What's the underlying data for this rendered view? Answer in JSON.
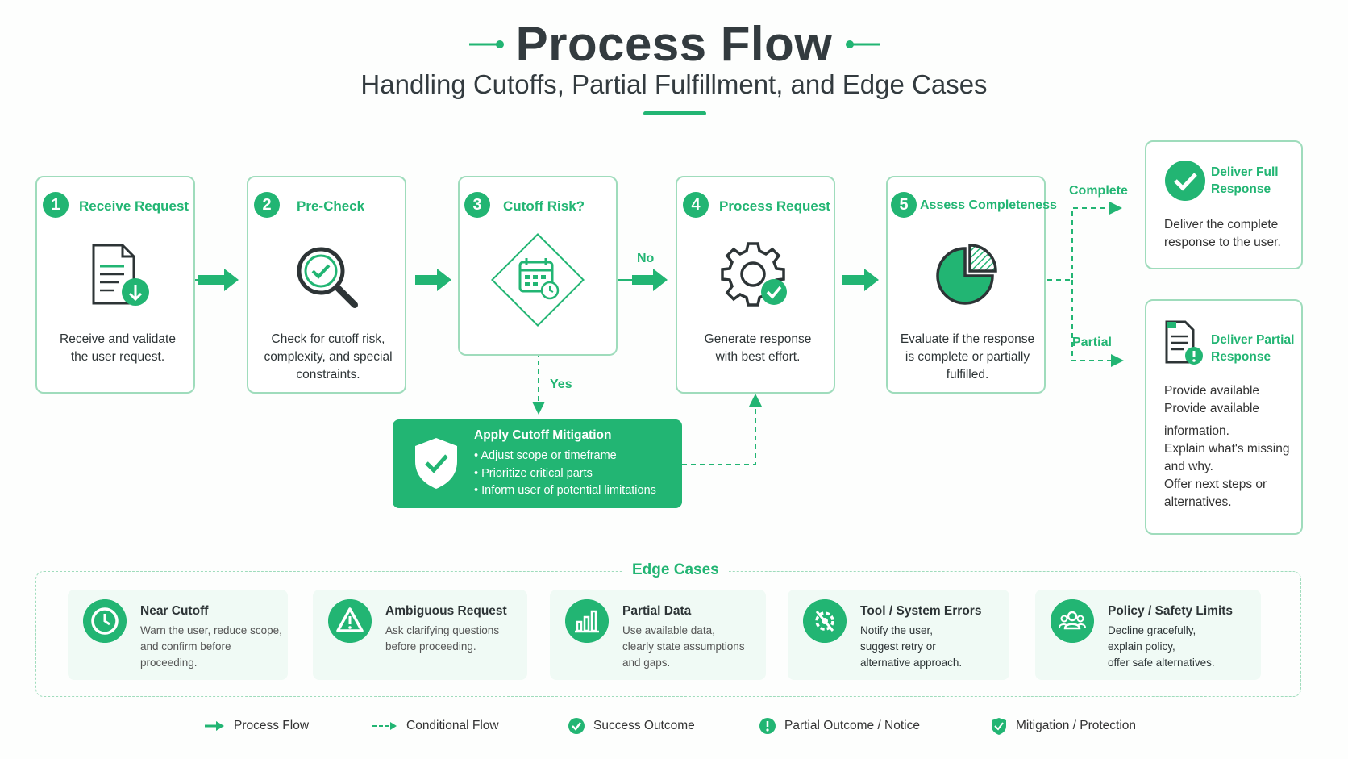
{
  "header": {
    "title": "Process Flow",
    "subtitle": "Handling Cutoffs, Partial Fulfillment, and Edge Cases"
  },
  "steps": [
    {
      "number": "1",
      "title": "Receive Request",
      "icon": "document-download-icon",
      "desc": "Receive and validate the user request."
    },
    {
      "number": "2",
      "title": "Pre-Check",
      "icon": "magnifier-check-icon",
      "desc": "Check for cutoff risk, complexity, and special constraints."
    },
    {
      "number": "3",
      "title": "Cutoff Risk?",
      "icon": "calendar-clock-icon",
      "desc": ""
    },
    {
      "number": "4",
      "title": "Process Request",
      "icon": "gear-check-icon",
      "desc": "Generate response with best effort."
    },
    {
      "number": "5",
      "title": "Assess Completeness",
      "icon": "pie-chart-icon",
      "desc": "Evaluate if the response is complete or partially fulfilled."
    }
  ],
  "branches": {
    "no": "No",
    "yes": "Yes",
    "complete": "Complete",
    "partial": "Partial"
  },
  "mitigation": {
    "title": "Apply Cutoff Mitigation",
    "items": [
      "Adjust scope or timeframe",
      "Prioritize critical parts",
      "Inform user of potential limitations"
    ],
    "icon": "shield-check-icon"
  },
  "outcomes": {
    "full": {
      "title_line1": "Deliver Full",
      "title_line2": "Response",
      "desc_line1": "Deliver the complete",
      "desc_line2": "response to the user.",
      "icon": "check-circle-icon"
    },
    "partial": {
      "title_line1": "Deliver Partial",
      "title_line2": "Response",
      "lines": [
        "Provide available",
        "Provide available",
        "information.",
        "Explain what's missing",
        "and why.",
        "Offer next steps or",
        "alternatives."
      ],
      "icon": "document-alert-icon"
    }
  },
  "edge_cases": {
    "heading": "Edge Cases",
    "items": [
      {
        "title": "Near Cutoff",
        "lines": [
          "Warn the user, reduce scope,",
          "and confirm before",
          "proceeding."
        ],
        "icon": "clock-icon"
      },
      {
        "title": "Ambiguous Request",
        "lines": [
          "Ask clarifying questions",
          "before proceeding."
        ],
        "icon": "warning-icon"
      },
      {
        "title": "Partial Data",
        "lines": [
          "Use available data,",
          "clearly state assumptions",
          "and gaps."
        ],
        "icon": "bar-chart-icon"
      },
      {
        "title": "Tool / System Errors",
        "lines": [
          "Notify the user,",
          "suggest retry or",
          "alternative approach."
        ],
        "icon": "gear-error-icon"
      },
      {
        "title": "Policy / Safety Limits",
        "lines": [
          "Decline gracefully,",
          "explain policy,",
          "offer safe alternatives."
        ],
        "icon": "users-icon"
      }
    ]
  },
  "legend": {
    "process_flow": "Process Flow",
    "conditional_flow": "Conditional Flow",
    "success_outcome": "Success Outcome",
    "partial_outcome": "Partial Outcome / Notice",
    "mitigation": "Mitigation / Protection"
  },
  "colors": {
    "accent": "#22b573",
    "border": "#9fdcbc",
    "text": "#2d3436"
  }
}
